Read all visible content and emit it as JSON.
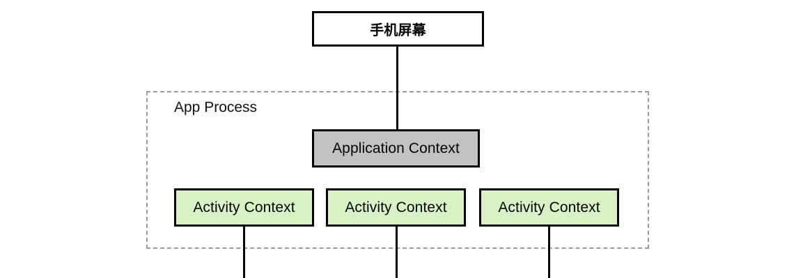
{
  "diagram": {
    "title_box": {
      "label": "手机屏幕"
    },
    "process_container": {
      "label": "App Process"
    },
    "application_context": {
      "label": "Application Context"
    },
    "activity_contexts": [
      {
        "label": "Activity Context"
      },
      {
        "label": "Activity Context"
      },
      {
        "label": "Activity Context"
      }
    ],
    "colors": {
      "background": "#ffffff",
      "stroke": "#000000",
      "application_context_fill": "#c2c2c2",
      "activity_context_fill": "#d9f2c4",
      "process_border": "#9a9a9a",
      "text": "#000000"
    }
  }
}
